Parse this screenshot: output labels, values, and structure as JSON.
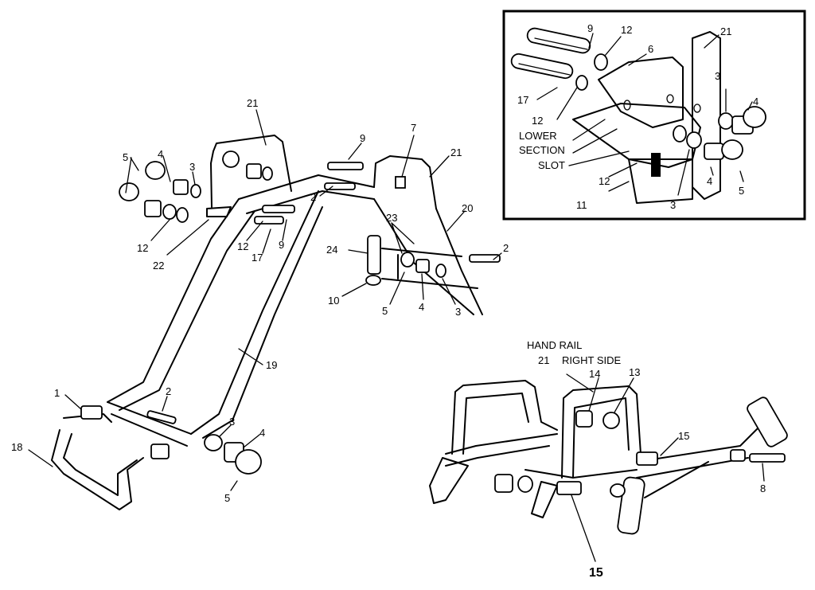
{
  "inset_labels": {
    "p9": "9",
    "p12a": "12",
    "p21": "21",
    "p6": "6",
    "p3a": "3",
    "p4a": "4",
    "p17": "17",
    "p12b": "12",
    "lower": "LOWER",
    "section": "SECTION",
    "slot": "SLOT",
    "p12c": "12",
    "p11": "11",
    "p3b": "3",
    "p4b": "4",
    "p5": "5"
  },
  "main_labels": {
    "p21a": "21",
    "p9a": "9",
    "p7": "7",
    "p21b": "21",
    "p5a": "5",
    "p4a": "4",
    "p3a": "3",
    "p2a": "2",
    "p20": "20",
    "p12a": "12",
    "p22": "22",
    "p12b": "12",
    "p17": "17",
    "p9b": "9",
    "p23": "23",
    "p24": "24",
    "p2b": "2",
    "p10": "10",
    "p5b": "5",
    "p4b": "4",
    "p3b": "3",
    "p19": "19",
    "p1": "1",
    "p2c": "2",
    "p18": "18",
    "p3c": "3",
    "p4c": "4",
    "p5c": "5"
  },
  "hand_rail": {
    "title": "HAND RAIL",
    "p21": "21",
    "right_side": "RIGHT SIDE",
    "p14": "14",
    "p13": "13",
    "p15a": "15",
    "p8": "8",
    "p15b": "15"
  }
}
